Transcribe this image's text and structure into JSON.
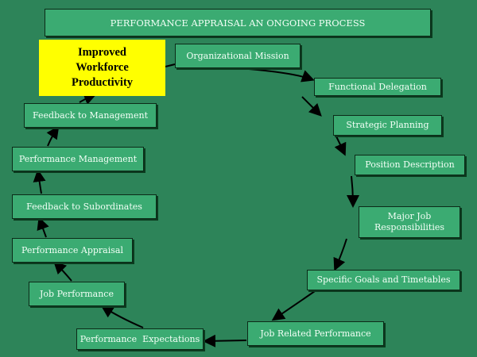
{
  "title": "PERFORMANCE APPRAISAL AN ONGOING PROCESS",
  "outcome": {
    "line1": "Improved",
    "line2": "Workforce",
    "line3": "Productivity"
  },
  "steps": [
    {
      "label": "Organizational Mission"
    },
    {
      "label": "Functional Delegation"
    },
    {
      "label": "Strategic Planning"
    },
    {
      "label": "Position Description"
    },
    {
      "label": "Major Job",
      "label2": "Responsibilities"
    },
    {
      "label": "Specific Goals and Timetables"
    },
    {
      "label": "Job Related Performance"
    },
    {
      "label": "Performance  Expectations"
    },
    {
      "label": "Job Performance"
    },
    {
      "label": "Performance Appraisal"
    },
    {
      "label": "Feedback to Subordinates"
    },
    {
      "label": "Performance Management"
    },
    {
      "label": "Feedback to Management"
    }
  ],
  "colors": {
    "background": "#2d8459",
    "box": "#3bab72",
    "highlight": "#ffff00"
  }
}
